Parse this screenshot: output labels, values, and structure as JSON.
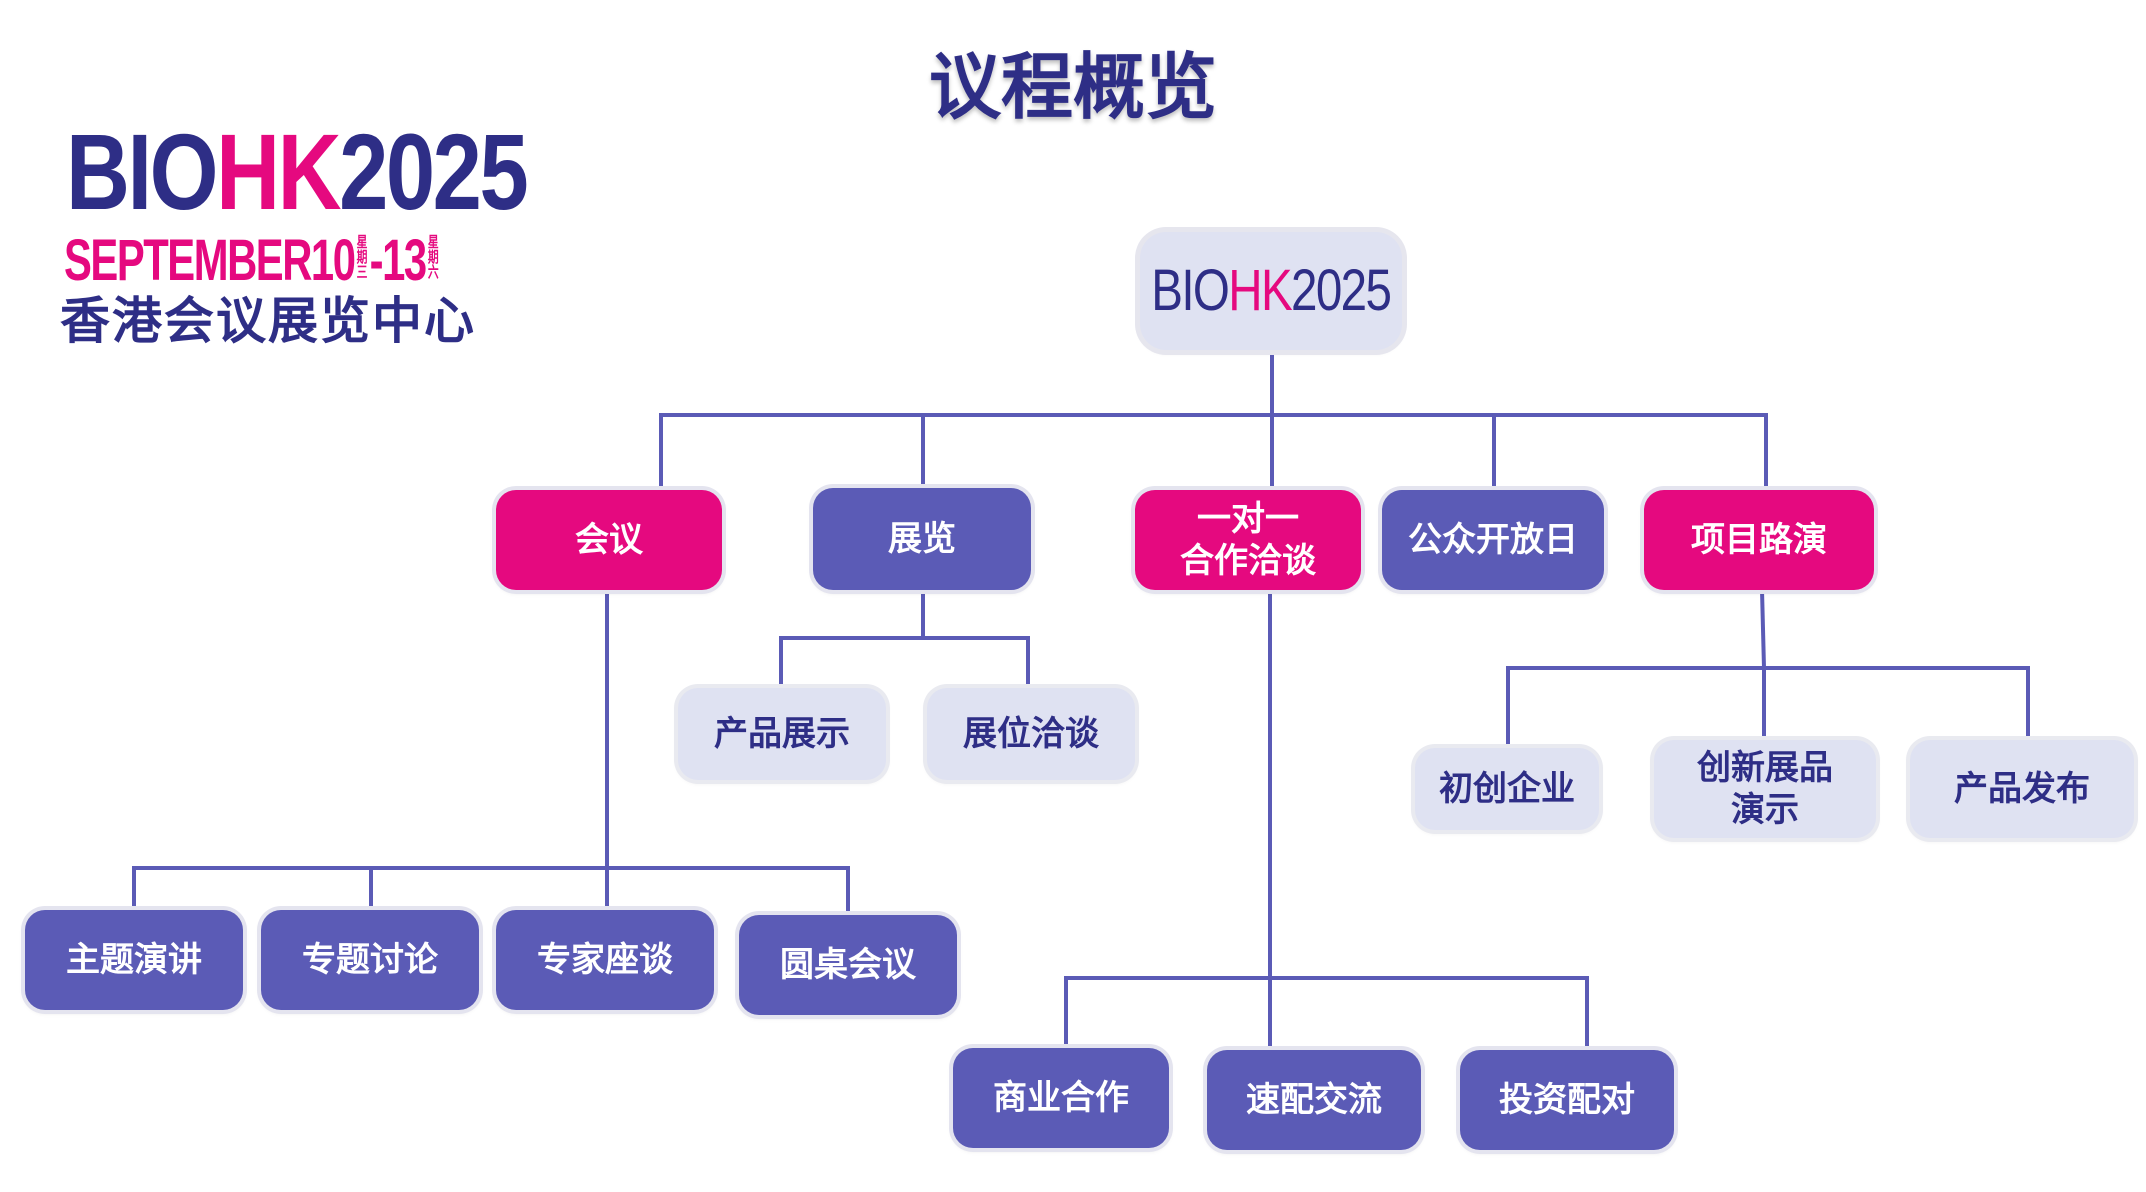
{
  "page_title": "议程概览",
  "logo": {
    "bio": "BIO",
    "hk": "HK",
    "year": "2025",
    "month": "SEPTEMBER",
    "day_start": "10",
    "day_start_weekday": "星期三",
    "day_end": "-13",
    "day_end_weekday": "星期六",
    "venue": "香港会议展览中心"
  },
  "root": {
    "bio": "BIO",
    "hk": "HK",
    "year": "2025"
  },
  "categories": {
    "conference": "会议",
    "exhibition": "展览",
    "partnering": "一对一\n合作洽谈",
    "public_day": "公众开放日",
    "pitch": "项目路演"
  },
  "conference_items": [
    "主题演讲",
    "专题讨论",
    "专家座谈",
    "圆桌会议"
  ],
  "exhibition_items": [
    "产品展示",
    "展位洽谈"
  ],
  "partnering_items": [
    "商业合作",
    "速配交流",
    "投资配对"
  ],
  "pitch_items": [
    "初创企业",
    "创新展品\n演示",
    "产品发布"
  ],
  "colors": {
    "navy": "#2e2e86",
    "pink": "#e5097f",
    "purple": "#5b5bb6",
    "light": "#dfe2f2",
    "line": "#5b5bb6"
  }
}
